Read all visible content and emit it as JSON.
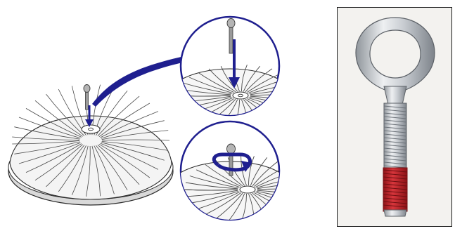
{
  "figure": {
    "panels": [
      "fixture-overview",
      "detail-insert-bolt",
      "detail-rotate-bolt",
      "eye-bolt-photo"
    ]
  },
  "colors": {
    "arrow": "#1f1f8f",
    "outline": "#2a2a2a",
    "thread_lock": "#c0262b",
    "zinc": "#c9cdd2",
    "photo_background": "#f3f2ef"
  }
}
